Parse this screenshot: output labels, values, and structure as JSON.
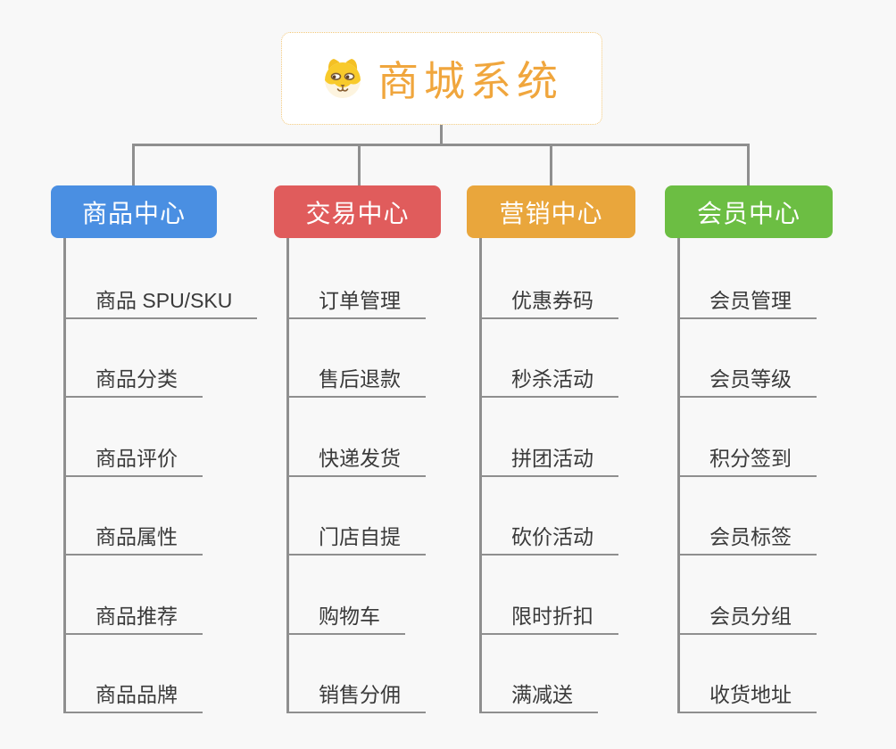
{
  "palette": {
    "background": "#f8f8f8",
    "line_color": "#8f8f8f",
    "underline_color": "#8f8f8f",
    "item_text_color": "#3a3a3a"
  },
  "root": {
    "label": "商城系统",
    "icon": "dog-face-icon",
    "text_color": "#f0a63d",
    "border_color": "#f2c879",
    "background": "#ffffff"
  },
  "branches": [
    {
      "label": "商品中心",
      "color": "#4a8fe2",
      "items": [
        "商品 SPU/SKU",
        "商品分类",
        "商品评价",
        "商品属性",
        "商品推荐",
        "商品品牌"
      ]
    },
    {
      "label": "交易中心",
      "color": "#e05c5c",
      "items": [
        "订单管理",
        "售后退款",
        "快递发货",
        "门店自提",
        "购物车",
        "销售分佣"
      ]
    },
    {
      "label": "营销中心",
      "color": "#e9a63c",
      "items": [
        "优惠券码",
        "秒杀活动",
        "拼团活动",
        "砍价活动",
        "限时折扣",
        "满减送"
      ]
    },
    {
      "label": "会员中心",
      "color": "#6cbe43",
      "items": [
        "会员管理",
        "会员等级",
        "积分签到",
        "会员标签",
        "会员分组",
        "收货地址"
      ]
    }
  ]
}
